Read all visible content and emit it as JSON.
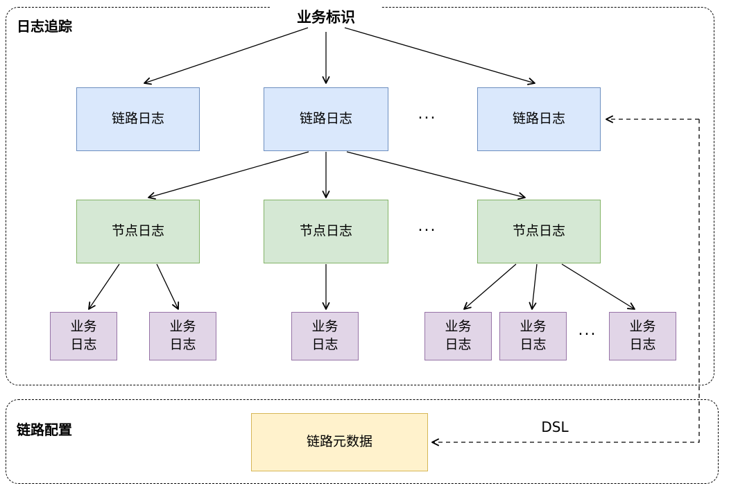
{
  "groups": {
    "tracing": {
      "label": "日志追踪"
    },
    "config": {
      "label": "链路配置"
    }
  },
  "root": {
    "label": "业务标识"
  },
  "ellipsis": "...",
  "link_logs": [
    {
      "label": "链路日志"
    },
    {
      "label": "链路日志"
    },
    {
      "label": "链路日志"
    }
  ],
  "node_logs": [
    {
      "label": "节点日志"
    },
    {
      "label": "节点日志"
    },
    {
      "label": "节点日志"
    }
  ],
  "biz_logs": [
    {
      "lines": [
        "业务",
        "日志"
      ]
    },
    {
      "lines": [
        "业务",
        "日志"
      ]
    },
    {
      "lines": [
        "业务",
        "日志"
      ]
    },
    {
      "lines": [
        "业务",
        "日志"
      ]
    },
    {
      "lines": [
        "业务",
        "日志"
      ]
    },
    {
      "lines": [
        "业务",
        "日志"
      ]
    }
  ],
  "metadata": {
    "label": "链路元数据"
  },
  "dsl": {
    "label": "DSL"
  },
  "colors": {
    "link_fill": "#dae8fc",
    "link_stroke": "#6c8ebf",
    "node_fill": "#d5e8d4",
    "node_stroke": "#82b366",
    "biz_fill": "#e1d5e7",
    "biz_stroke": "#9673a6",
    "meta_fill": "#fff2cc",
    "meta_stroke": "#d6b656",
    "edge": "#000000"
  },
  "edges": [
    {
      "from": "业务标识",
      "to": "链路日志#1",
      "style": "solid"
    },
    {
      "from": "业务标识",
      "to": "链路日志#2",
      "style": "solid"
    },
    {
      "from": "业务标识",
      "to": "链路日志#3",
      "style": "solid"
    },
    {
      "from": "链路日志#2",
      "to": "节点日志#1",
      "style": "solid"
    },
    {
      "from": "链路日志#2",
      "to": "节点日志#2",
      "style": "solid"
    },
    {
      "from": "链路日志#2",
      "to": "节点日志#3",
      "style": "solid"
    },
    {
      "from": "节点日志#1",
      "to": "业务日志#1",
      "style": "solid"
    },
    {
      "from": "节点日志#1",
      "to": "业务日志#2",
      "style": "solid"
    },
    {
      "from": "节点日志#2",
      "to": "业务日志#3",
      "style": "solid"
    },
    {
      "from": "节点日志#3",
      "to": "业务日志#4",
      "style": "solid"
    },
    {
      "from": "节点日志#3",
      "to": "业务日志#5",
      "style": "solid"
    },
    {
      "from": "节点日志#3",
      "to": "业务日志#6",
      "style": "solid"
    },
    {
      "from": "corner",
      "to": "链路日志#3",
      "style": "dashed"
    },
    {
      "from": "corner",
      "to": "链路元数据",
      "style": "dashed",
      "label": "DSL"
    }
  ]
}
